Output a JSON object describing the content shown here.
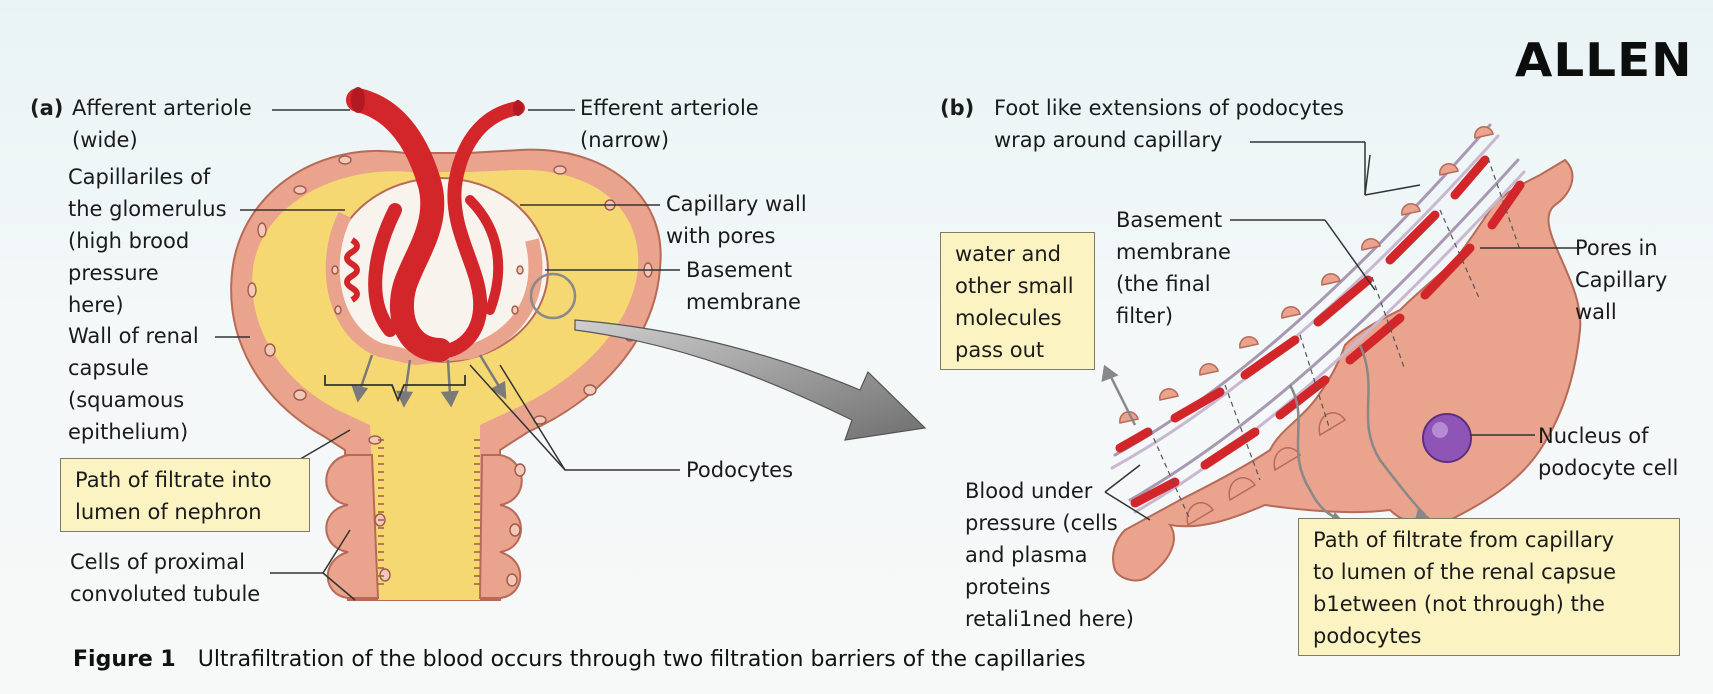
{
  "logo": "ALLEN",
  "panel_a": {
    "tag": "(a)",
    "afferent": "Afferent arteriole\n(wide)",
    "efferent": "Efferent arteriole\n(narrow)",
    "capillaries": "Capillariles of\nthe glomerulus\n(high brood\npressure\nhere)",
    "capillary_wall": "Capillary wall\nwith pores",
    "basement": "Basement\nmembrane",
    "renal_wall": "Wall of renal\ncapsule\n(squamous\nepithelium)",
    "filtrate_box": "Path of filtrate into\nlumen of nephron",
    "podocytes": "Podocytes",
    "pct_cells": "Cells of proximal\nconvoluted tubule"
  },
  "panel_b": {
    "tag": "(b)",
    "foot": "Foot like extensions of podocytes\nwrap around capillary",
    "water_box": "water and\nother small\nmolecules\npass out",
    "basement": "Basement\nmembrane\n(the final\nfilter)",
    "pores": "Pores in\nCapillary\nwall",
    "nucleus": "Nucleus of\npodocyte cell",
    "blood": "Blood under\npressure (cells\nand plasma\nproteins\nretali1ned here)",
    "filtrate_box": "Path of filtrate from capillary\nto lumen of the renal capsue\nb1etween (not through) the\npodocytes"
  },
  "caption": {
    "figure": "Figure 1",
    "text": "Ultrafiltration of the blood occurs through two filtration barriers of the capillaries"
  },
  "colors": {
    "vessel_red": "#d3262b",
    "capsule_yellow": "#f6d872",
    "epithelium_pink": "#eaa38d",
    "nucleus_purple": "#8f55b6",
    "box_fill": "#fbf3c2"
  }
}
